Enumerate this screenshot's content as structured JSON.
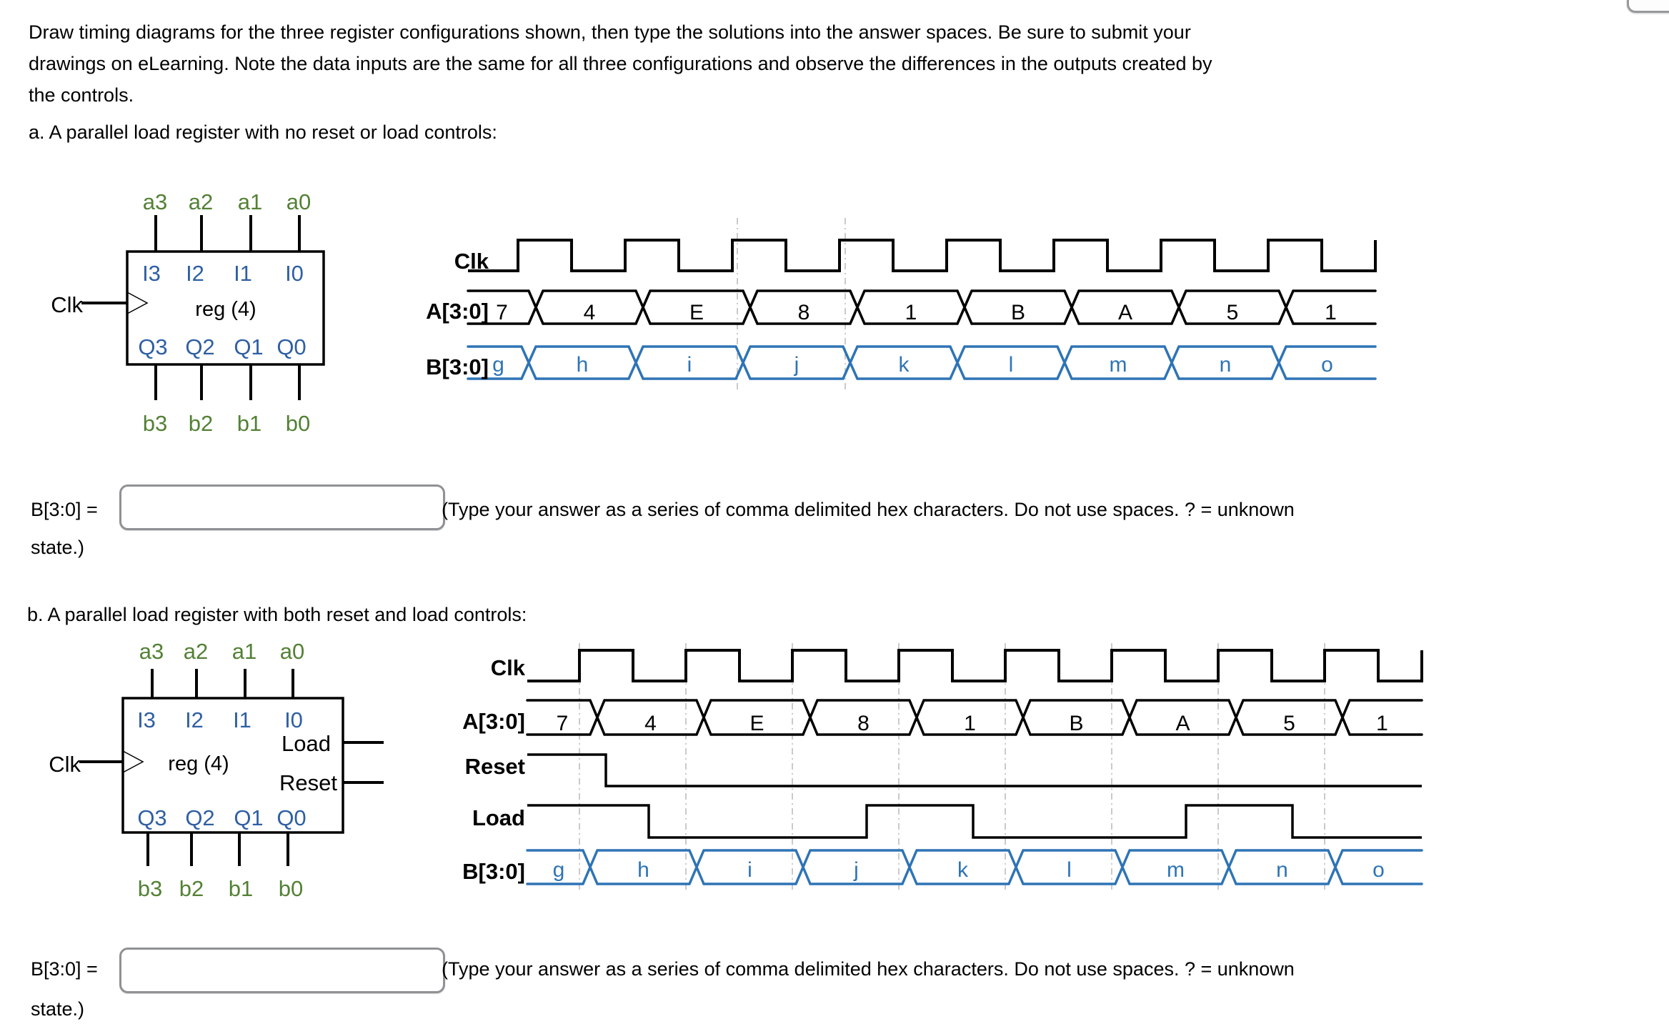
{
  "colors": {
    "black": "#000000",
    "green": "#538135",
    "pin_blue": "#2F5FA3",
    "bus_blue": "#2E74B5",
    "grid": "#ADADAD",
    "input_border": "#8F9194"
  },
  "intro": {
    "line1": "Draw timing diagrams for the three register configurations shown, then type the solutions into the answer spaces. Be sure to submit your",
    "line2": "drawings on eLearning. Note the data inputs are the same for all three configurations and observe the differences in the outputs created by",
    "line3": "the controls."
  },
  "section_a": {
    "heading": "a. A parallel load register with no reset or load controls:",
    "register": {
      "clk_label": "Clk",
      "top_ports": [
        "a3",
        "a2",
        "a1",
        "a0"
      ],
      "input_pins": [
        "I3",
        "I2",
        "I1",
        "I0"
      ],
      "name": "reg (4)",
      "output_pins": [
        "Q3",
        "Q2",
        "Q1",
        "Q0"
      ],
      "bottom_ports": [
        "b3",
        "b2",
        "b1",
        "b0"
      ],
      "controls": []
    },
    "timing": {
      "clk_label": "Clk",
      "a_label": "A[3:0]",
      "b_label": "B[3:0]",
      "a_values": [
        "7",
        "4",
        "E",
        "8",
        "1",
        "B",
        "A",
        "5",
        "1"
      ],
      "b_values": [
        "g",
        "h",
        "i",
        "j",
        "k",
        "l",
        "m",
        "n",
        "o"
      ]
    },
    "answer": {
      "label": "B[3:0] =",
      "value": "",
      "note": "(Type your answer as a series of comma delimited hex characters. Do not use spaces. ? = unknown",
      "note_wrap": "state.)"
    }
  },
  "section_b": {
    "heading": "b. A parallel load register with both reset and load controls:",
    "register": {
      "clk_label": "Clk",
      "top_ports": [
        "a3",
        "a2",
        "a1",
        "a0"
      ],
      "input_pins": [
        "I3",
        "I2",
        "I1",
        "I0"
      ],
      "name": "reg (4)",
      "output_pins": [
        "Q3",
        "Q2",
        "Q1",
        "Q0"
      ],
      "bottom_ports": [
        "b3",
        "b2",
        "b1",
        "b0"
      ],
      "controls": [
        "Load",
        "Reset"
      ]
    },
    "timing": {
      "clk_label": "Clk",
      "a_label": "A[3:0]",
      "b_label": "B[3:0]",
      "reset_label": "Reset",
      "load_label": "Load",
      "a_values": [
        "7",
        "4",
        "E",
        "8",
        "1",
        "B",
        "A",
        "5",
        "1"
      ],
      "b_values": [
        "g",
        "h",
        "i",
        "j",
        "k",
        "l",
        "m",
        "n",
        "o"
      ],
      "reset": {
        "initial_level": 1,
        "transitions_in_periods": [
          0.25
        ]
      },
      "load": {
        "initial_level": 1,
        "transitions_in_periods": [
          0.65,
          2.7,
          3.7,
          5.7,
          6.7
        ]
      }
    },
    "answer": {
      "label": "B[3:0] =",
      "value": "",
      "note": "(Type your answer as a series of comma delimited hex characters. Do not use spaces. ? = unknown",
      "note_wrap": "state.)"
    }
  },
  "chart_data": [
    {
      "type": "timing-diagram",
      "title": "a. parallel load register, no reset or load controls",
      "clock_cycles": 9,
      "signals": [
        {
          "name": "Clk",
          "kind": "clock"
        },
        {
          "name": "A[3:0]",
          "kind": "bus",
          "values_per_cycle": [
            "7",
            "4",
            "E",
            "8",
            "1",
            "B",
            "A",
            "5",
            "1"
          ]
        },
        {
          "name": "B[3:0]",
          "kind": "bus",
          "values_per_cycle": [
            "g",
            "h",
            "i",
            "j",
            "k",
            "l",
            "m",
            "n",
            "o"
          ]
        }
      ]
    },
    {
      "type": "timing-diagram",
      "title": "b. parallel load register with reset and load controls",
      "clock_cycles": 9,
      "signals": [
        {
          "name": "Clk",
          "kind": "clock"
        },
        {
          "name": "A[3:0]",
          "kind": "bus",
          "values_per_cycle": [
            "7",
            "4",
            "E",
            "8",
            "1",
            "B",
            "A",
            "5",
            "1"
          ]
        },
        {
          "name": "Reset",
          "kind": "digital",
          "initial_level": 1,
          "transition_times_in_periods": [
            0.25
          ]
        },
        {
          "name": "Load",
          "kind": "digital",
          "initial_level": 1,
          "transition_times_in_periods": [
            0.65,
            2.7,
            3.7,
            5.7,
            6.7
          ]
        },
        {
          "name": "B[3:0]",
          "kind": "bus",
          "values_per_cycle": [
            "g",
            "h",
            "i",
            "j",
            "k",
            "l",
            "m",
            "n",
            "o"
          ]
        }
      ]
    }
  ]
}
